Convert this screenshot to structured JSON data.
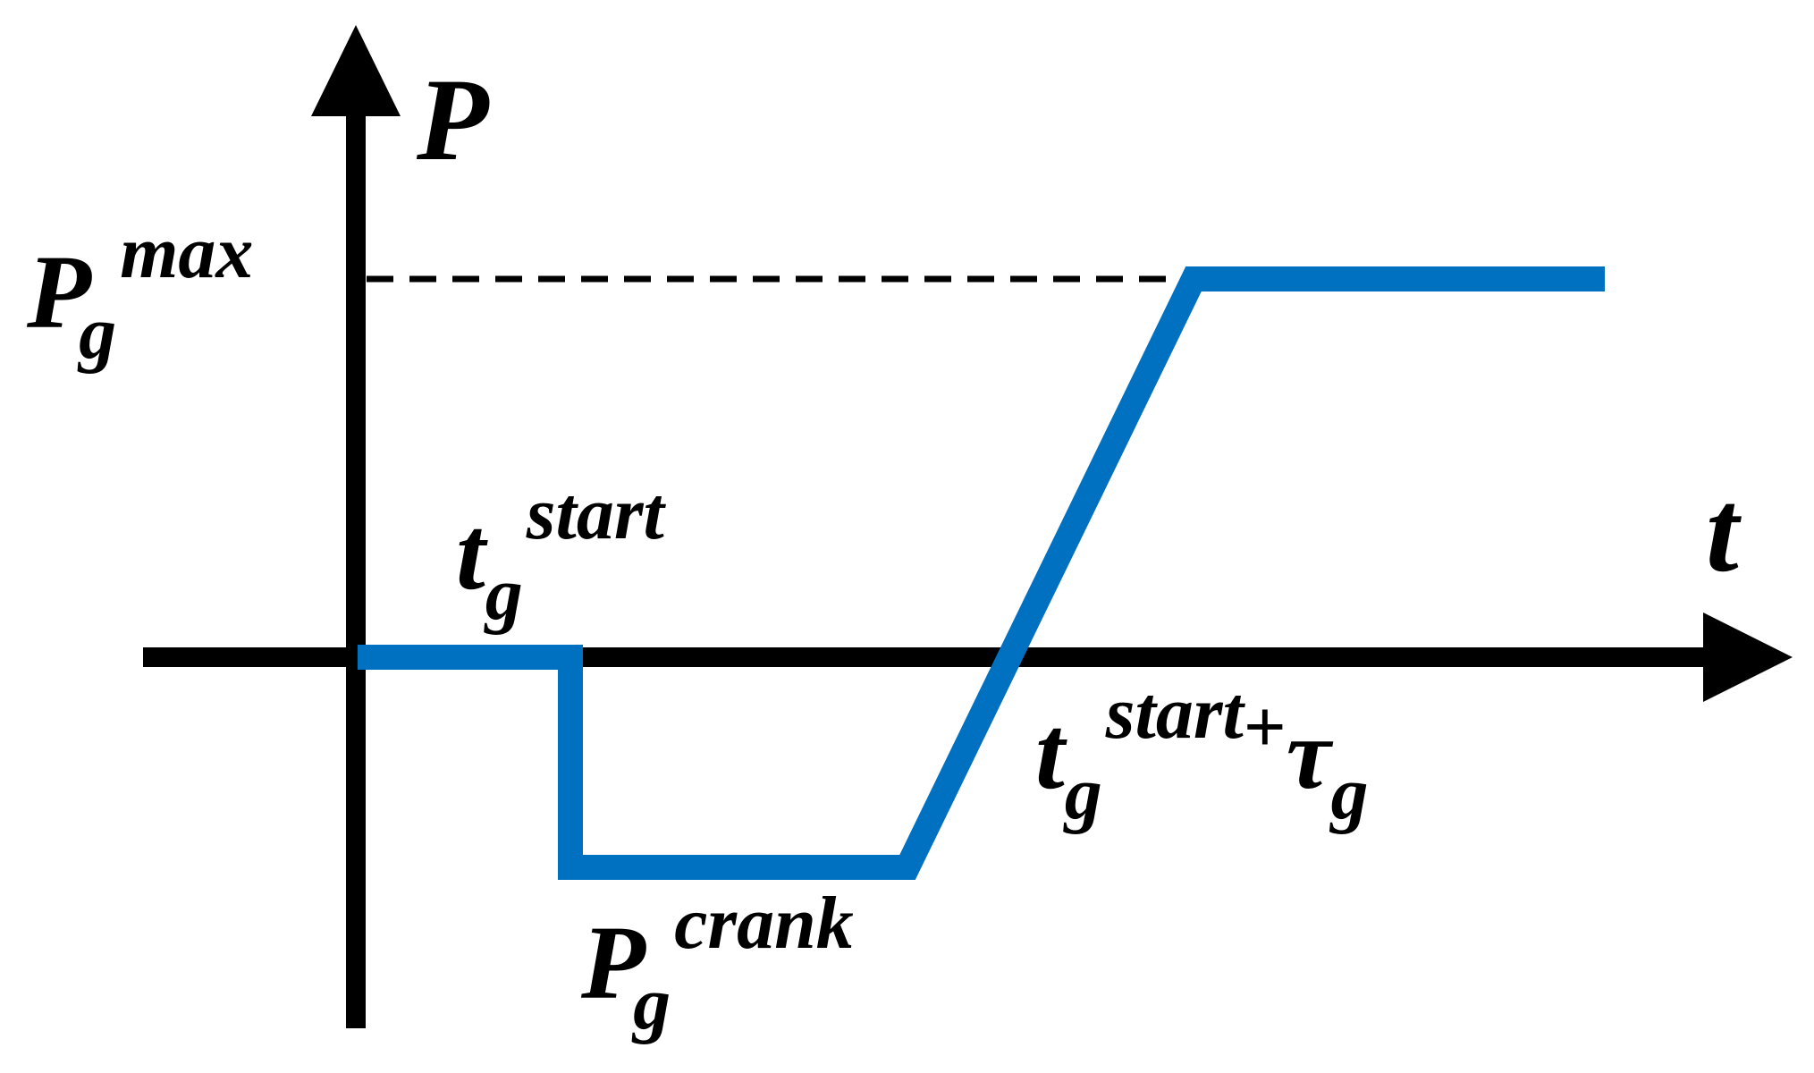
{
  "colors": {
    "axis": "#000000",
    "curve": "#0070C0",
    "reference": "#000000"
  },
  "axes": {
    "y_label": "P",
    "x_label": "t"
  },
  "labels": {
    "pmax": {
      "base": "P",
      "sub": "g",
      "sup": "max"
    },
    "tstart": {
      "base": "t",
      "sub": "g",
      "sup": "start"
    },
    "tend": {
      "base": "t",
      "sub": "g",
      "sup": "start",
      "op": "+",
      "tau": "τ",
      "tau_sub": "g"
    },
    "pcrank": {
      "base": "P",
      "sub": "g",
      "sup": "crank"
    }
  },
  "profile": {
    "description_levels": [
      "0",
      "P_g^crank",
      "P_g^max"
    ],
    "phases": [
      "idle",
      "crank",
      "ramp",
      "max"
    ]
  }
}
